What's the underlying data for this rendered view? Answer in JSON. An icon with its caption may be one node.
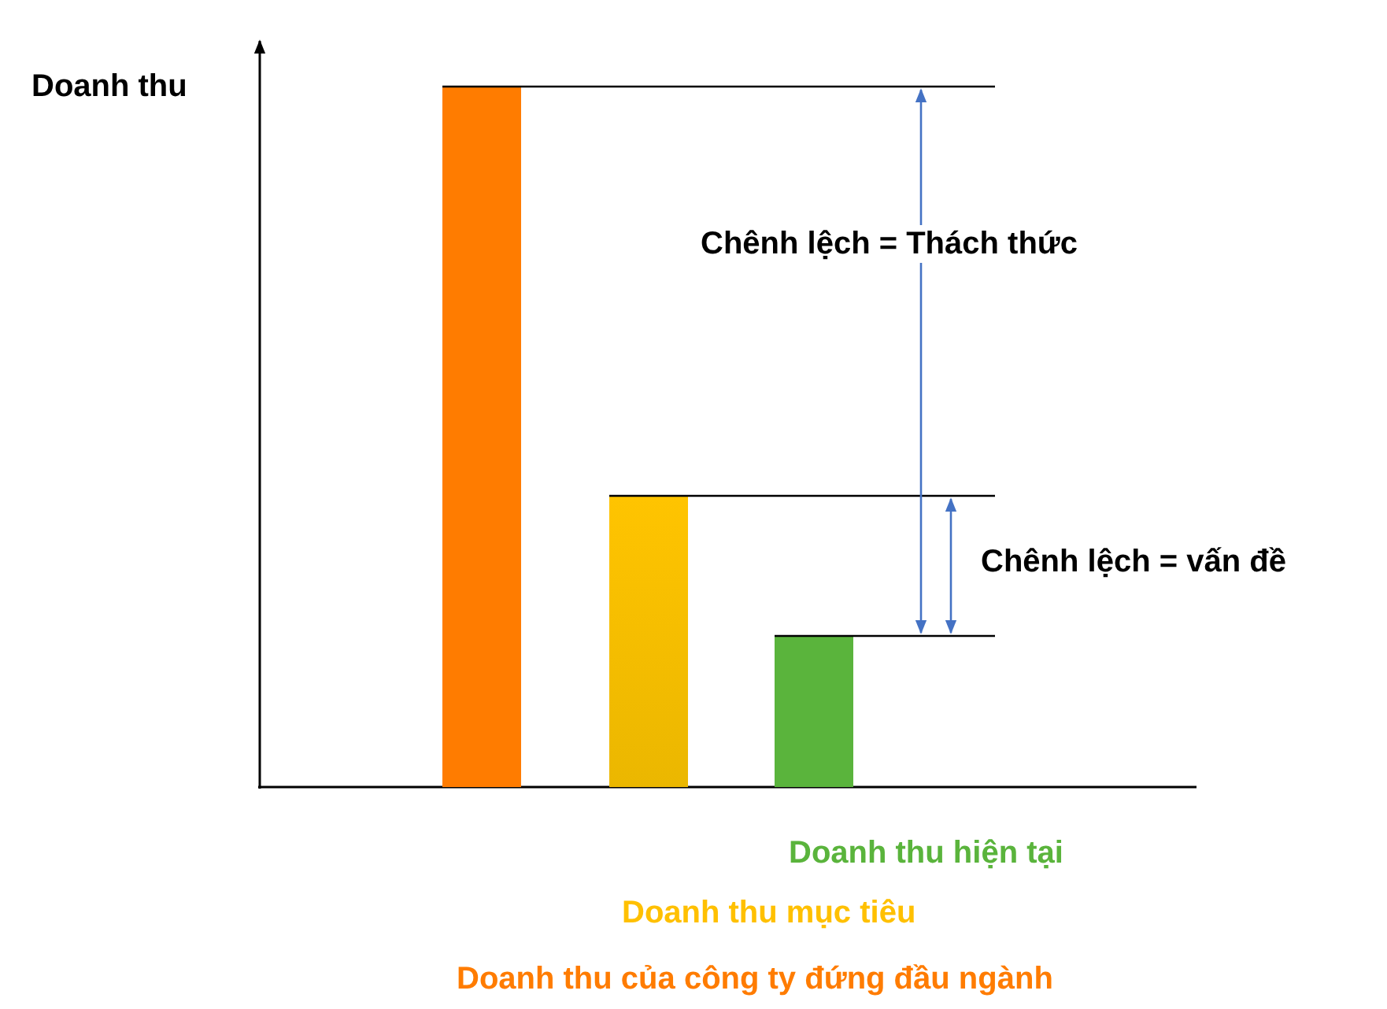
{
  "diagram": {
    "nodes": [
      {
        "text": [],
        "shape": "bar"
      },
      {
        "text": [],
        "shape": "bar"
      },
      {
        "text": [],
        "shape": "bar"
      }
    ],
    "labels": [
      "Doanh thu",
      "Chênh lệch = Thách thức",
      "Chênh lệch = vấn đề",
      "Doanh thu hiện tại",
      "Doanh thu mục tiêu",
      "Doanh thu của công ty đứng đầu ngành"
    ]
  }
}
